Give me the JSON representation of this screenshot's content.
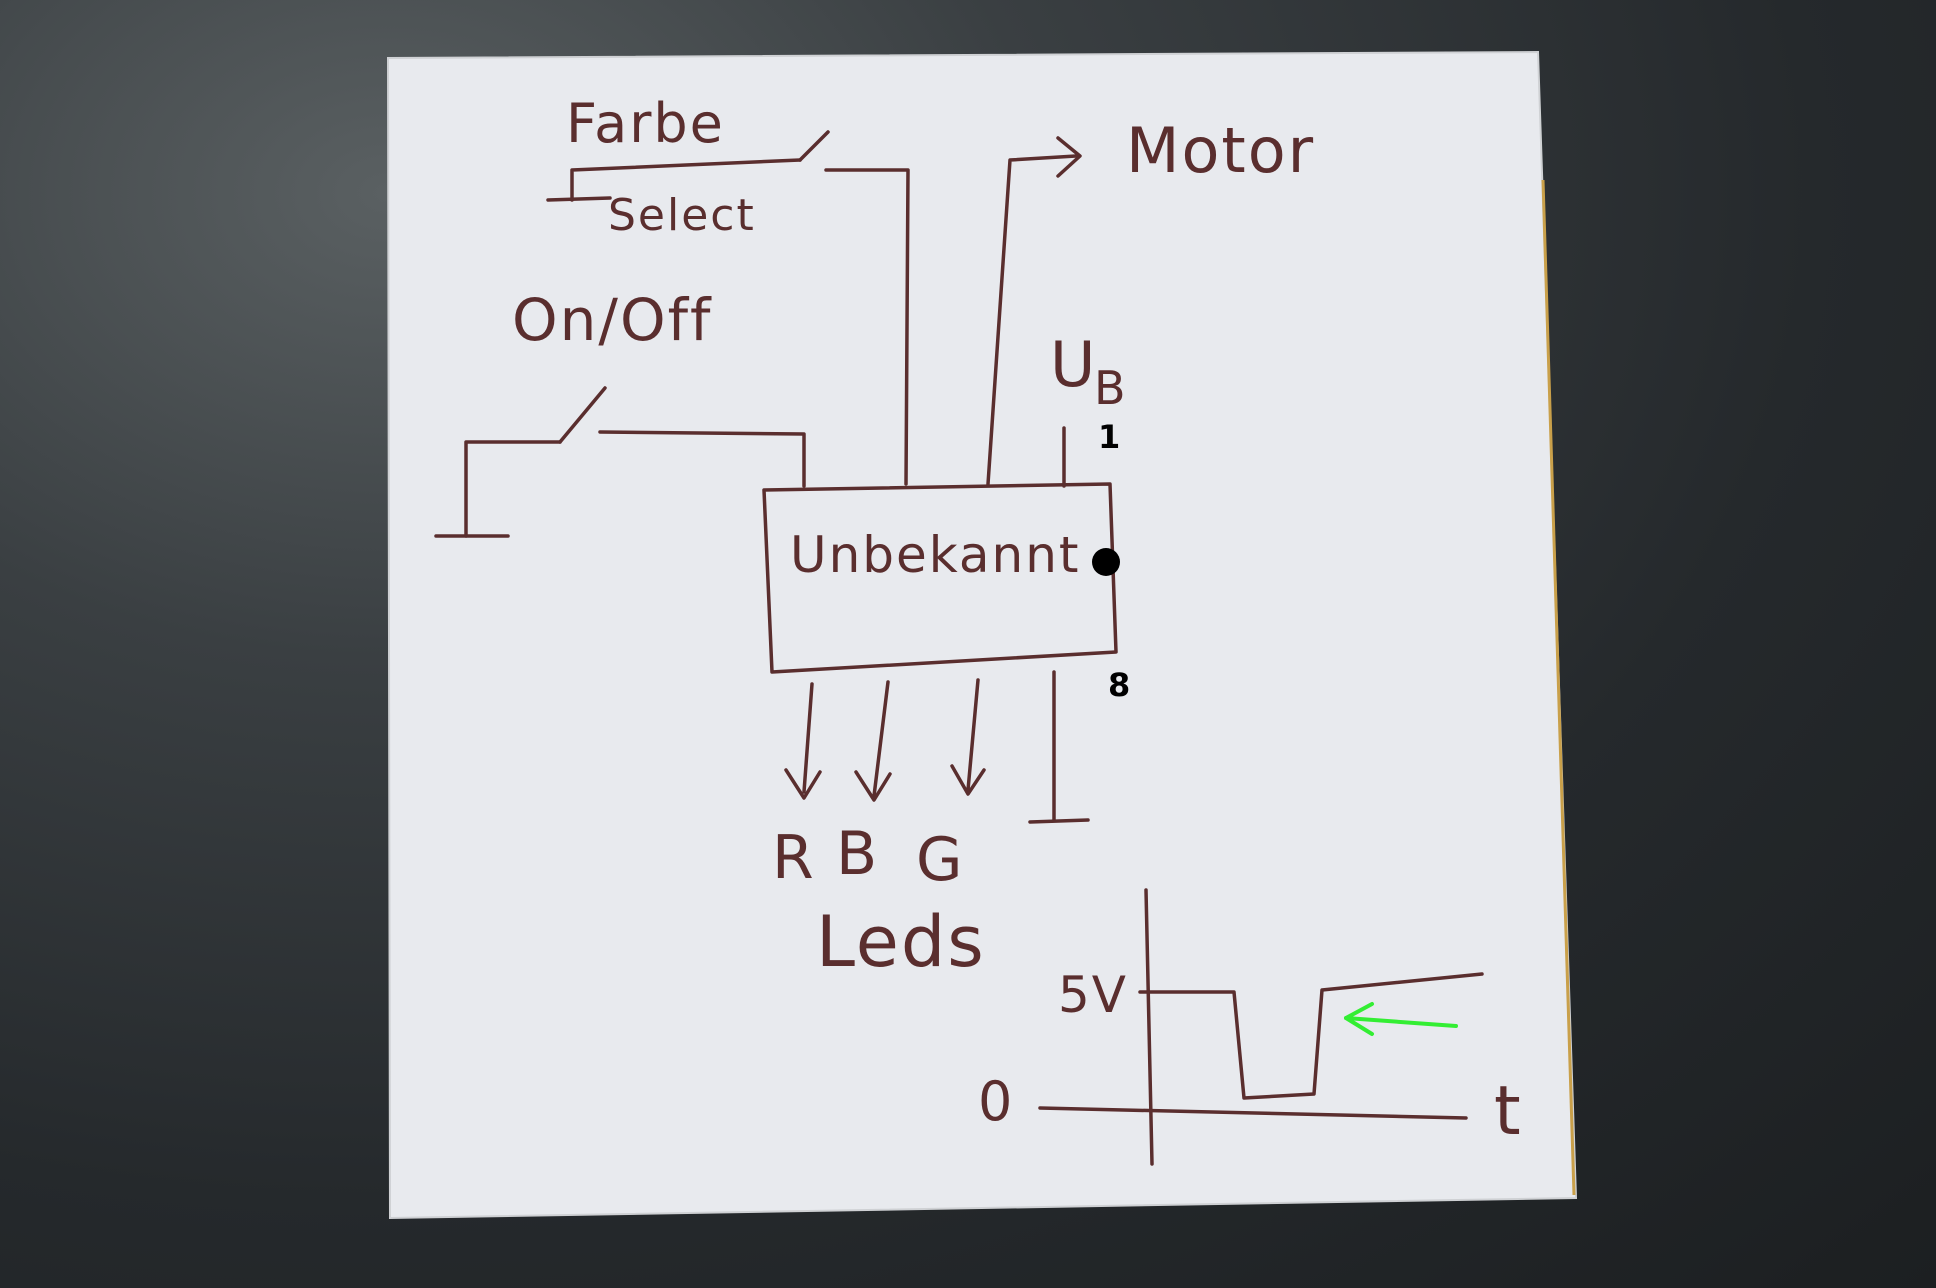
{
  "labels": {
    "farbe": "Farbe",
    "select": "Select",
    "motor": "Motor",
    "on_off": "On/Off",
    "ub": "U",
    "ub_sub": "B",
    "pin_1": "1",
    "pin_8": "8",
    "chip": "Unbekannt",
    "led_r": "R",
    "led_b": "B",
    "led_g": "G",
    "leds": "Leds",
    "v5": "5V",
    "zero": "0",
    "t": "t"
  },
  "colors": {
    "ink": "#5a2e2e",
    "paper": "#e9ebef",
    "arrow_highlight": "#33ee33",
    "background": "#2a2e31"
  }
}
